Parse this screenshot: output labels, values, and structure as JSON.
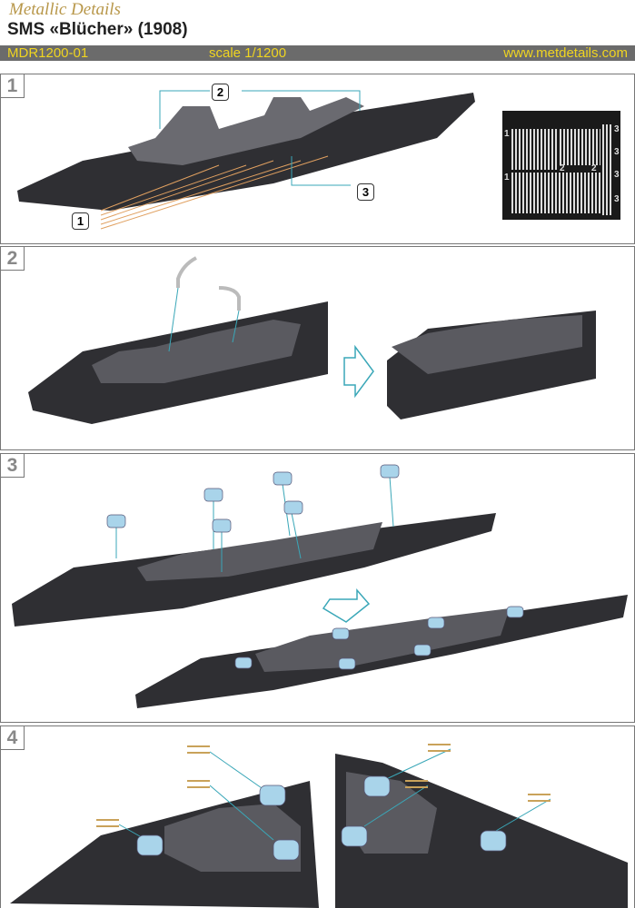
{
  "header": {
    "brand": "Metallic Details",
    "title": "SMS «Blücher» (1908)",
    "code": "MDR1200-01",
    "scale": "scale 1/1200",
    "website": "www.metdetails.com"
  },
  "steps": [
    {
      "number": "1",
      "callouts": [
        "1",
        "2",
        "3"
      ],
      "fret_labels": [
        "1",
        "1",
        "2",
        "2",
        "3",
        "3",
        "3",
        "3"
      ]
    },
    {
      "number": "2"
    },
    {
      "number": "3"
    },
    {
      "number": "4"
    }
  ],
  "colors": {
    "bar": "#6b6b6b",
    "bar_text": "#f0d520",
    "hull": "#2f2f33",
    "turret": "#a9d4ea",
    "leader": "#3aa7b8",
    "rail": "#e0a060"
  }
}
